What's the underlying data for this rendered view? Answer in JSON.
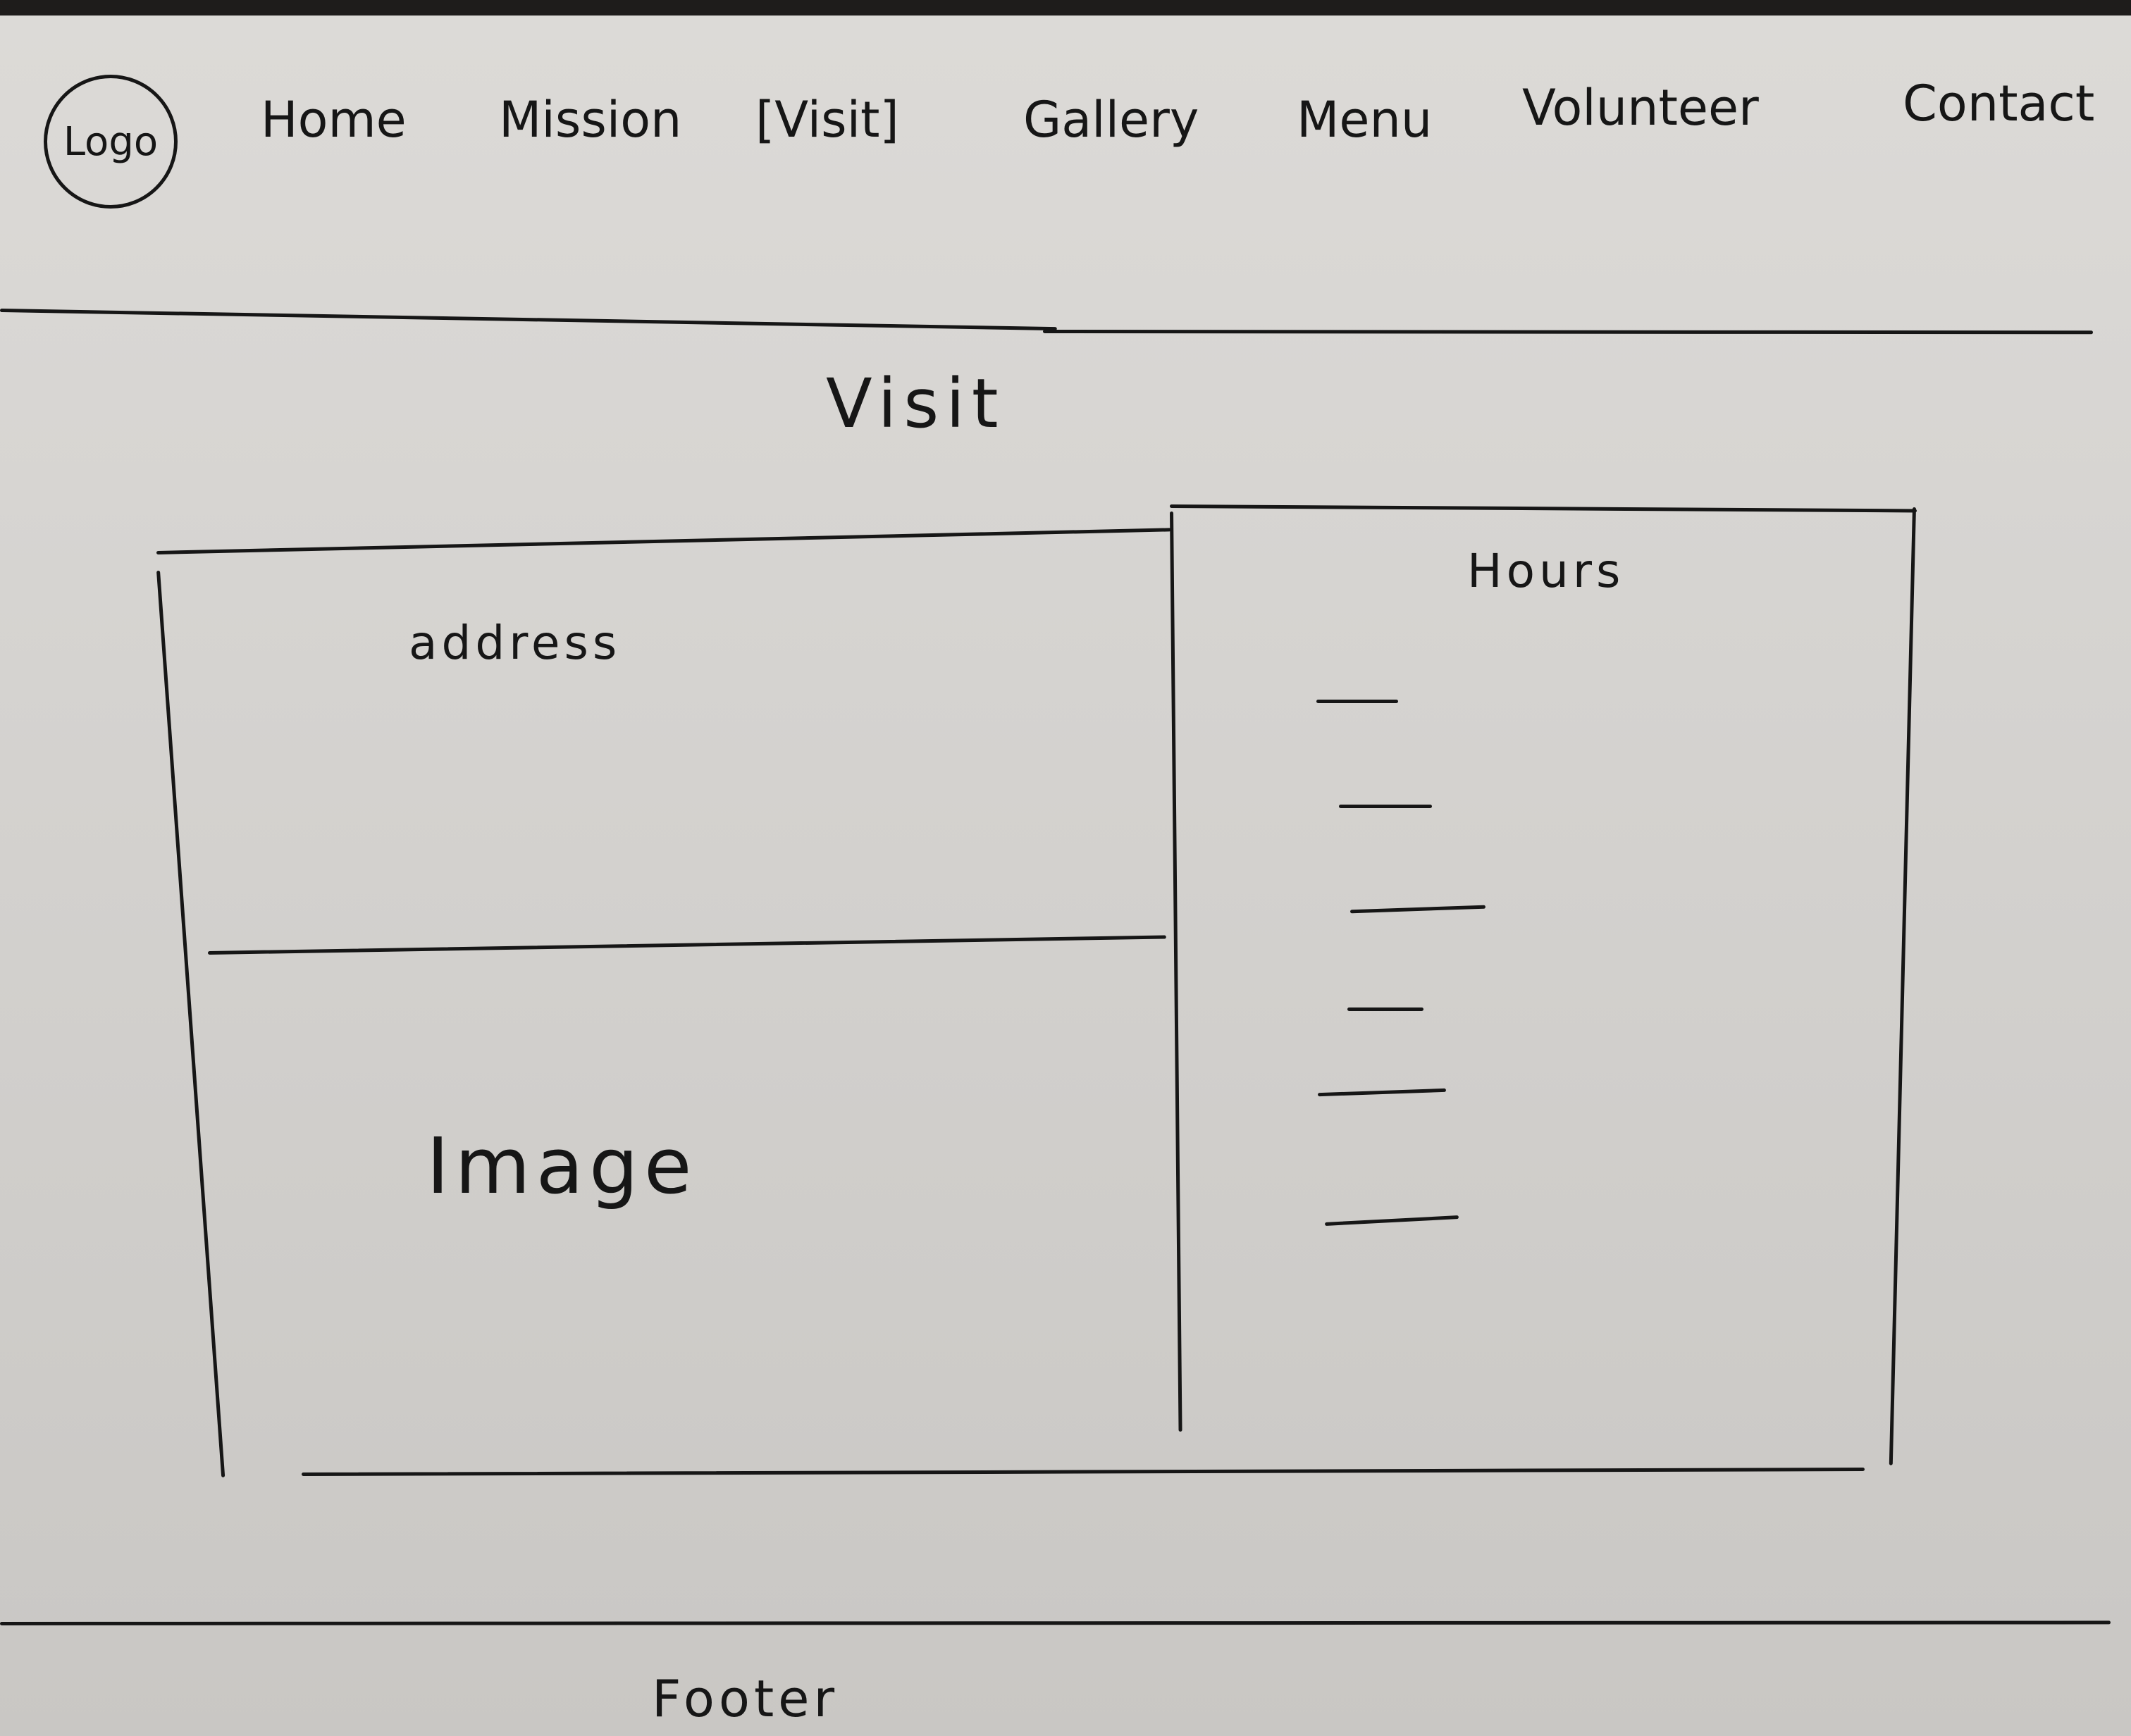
{
  "header": {
    "logo": "Logo",
    "nav": [
      "Home",
      "Mission",
      "[Visit]",
      "Gallery",
      "Menu",
      "Volunteer",
      "Contact"
    ]
  },
  "page": {
    "title": "Visit"
  },
  "content": {
    "address_label": "address",
    "image_label": "Image",
    "hours_label": "Hours"
  },
  "footer": {
    "label": "Footer"
  }
}
